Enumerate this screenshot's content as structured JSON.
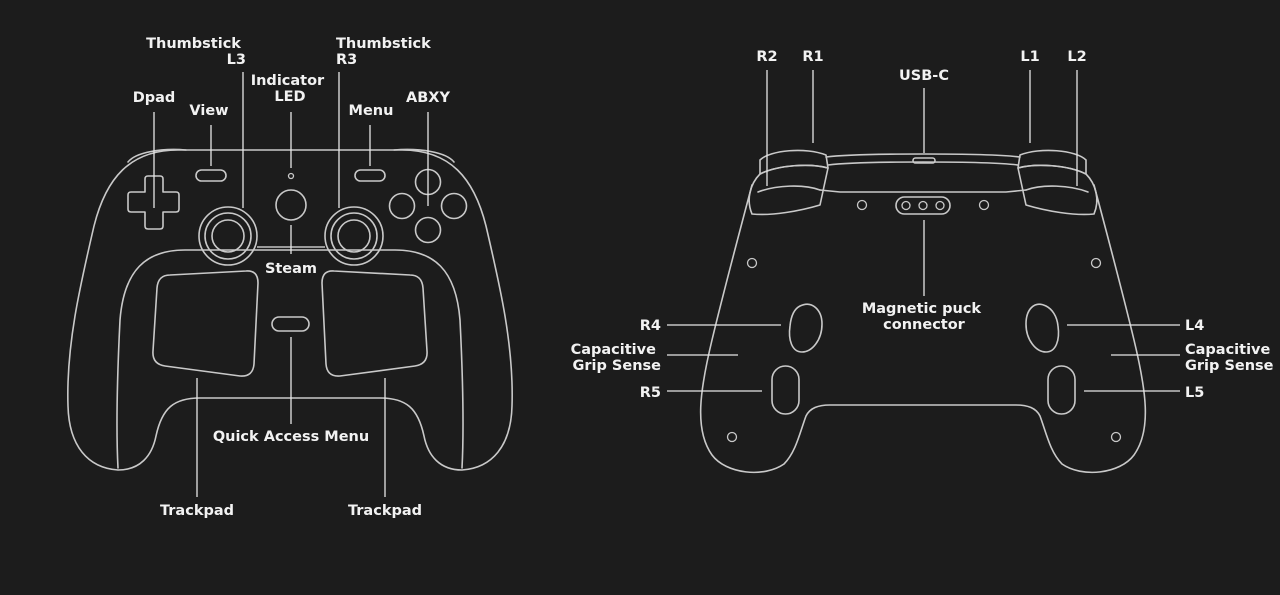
{
  "front": {
    "labels": {
      "thumbstick_l3": [
        "Thumbstick",
        "L3"
      ],
      "thumbstick_r3": [
        "Thumbstick",
        "R3"
      ],
      "indicator_led": [
        "Indicator",
        "LED"
      ],
      "dpad": "Dpad",
      "view": "View",
      "menu": "Menu",
      "abxy": "ABXY",
      "steam": "Steam",
      "quick_access_menu": "Quick Access Menu",
      "trackpad_left": "Trackpad",
      "trackpad_right": "Trackpad"
    }
  },
  "back": {
    "labels": {
      "r2": "R2",
      "r1": "R1",
      "usb_c": "USB-C",
      "l1": "L1",
      "l2": "L2",
      "magnetic_puck": [
        "Magnetic puck",
        "connector"
      ],
      "r4": "R4",
      "l4": "L4",
      "grip_left": [
        "Capacitive",
        "Grip Sense"
      ],
      "grip_right": [
        "Capacitive",
        "Grip Sense"
      ],
      "r5": "R5",
      "l5": "L5"
    }
  },
  "colors": {
    "background": "#1c1c1c",
    "outline": "#c9c9c9",
    "text": "#f2f2f2"
  }
}
